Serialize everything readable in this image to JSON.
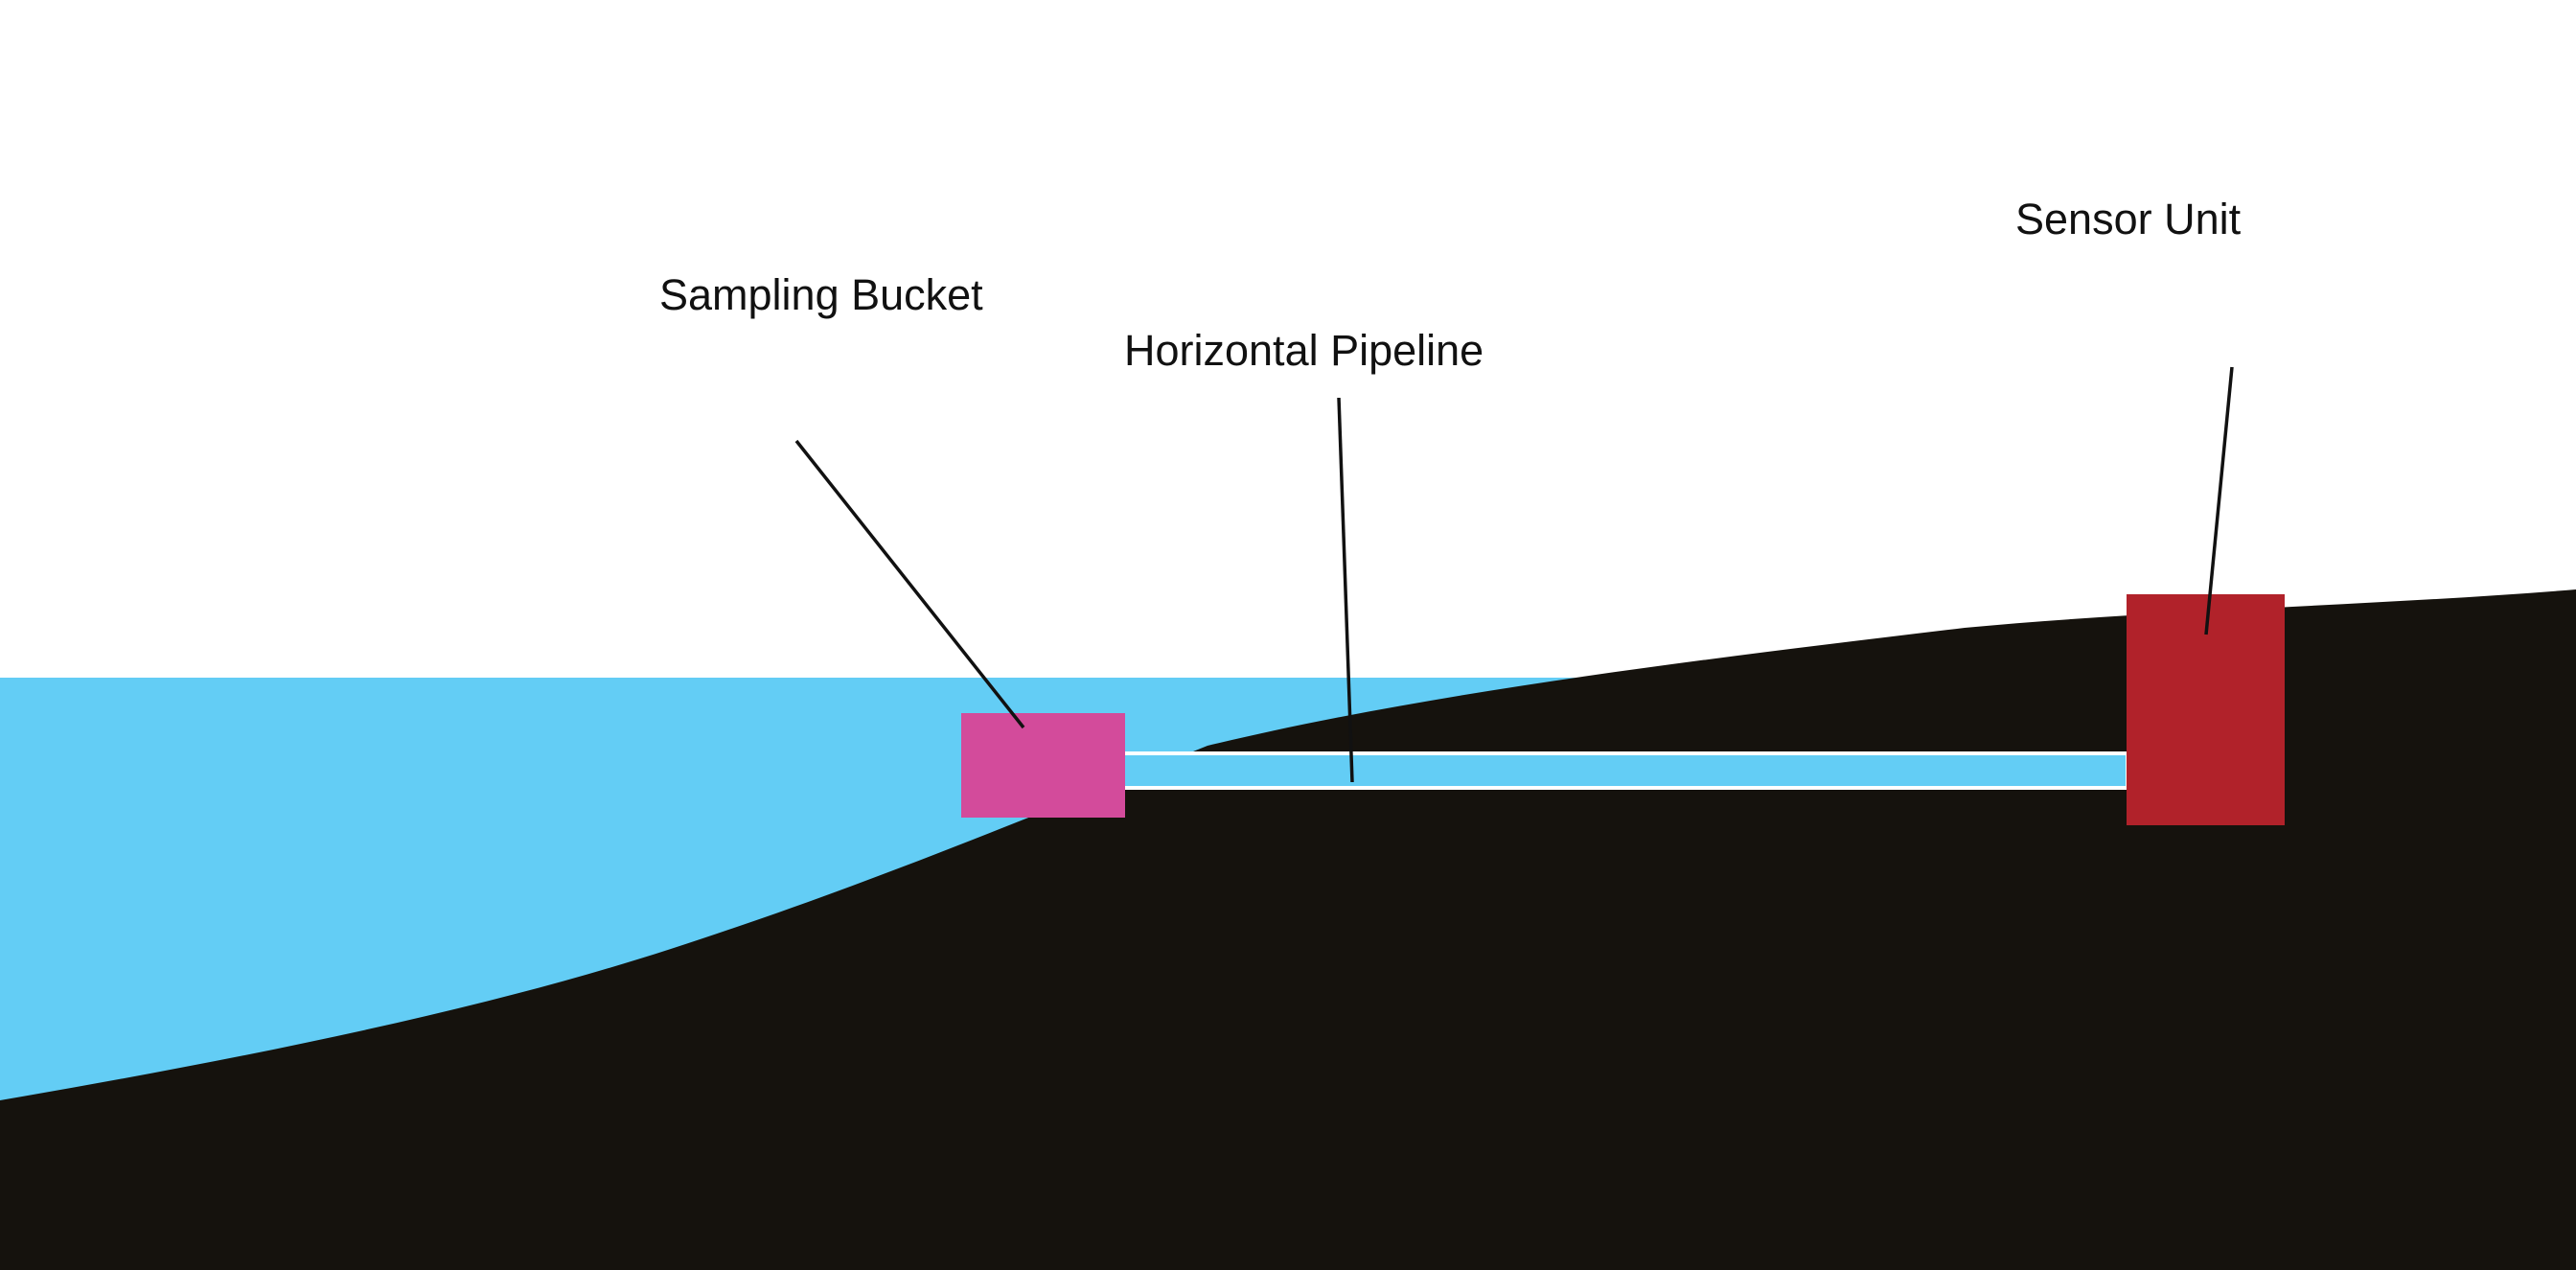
{
  "diagram": {
    "labels": {
      "sampling_bucket": "Sampling Bucket",
      "horizontal_pipeline": "Horizontal Pipeline",
      "sensor_unit": "Sensor Unit"
    },
    "colors": {
      "background": "#ffffff",
      "water": "#63cdf5",
      "ground": "#15120d",
      "sampling_bucket": "#d34b9b",
      "sensor_unit": "#b1222a",
      "pipeline_fill": "#63cdf5",
      "pipeline_outline": "#ffffff",
      "label_text": "#111111",
      "leader_line": "#111111"
    }
  }
}
